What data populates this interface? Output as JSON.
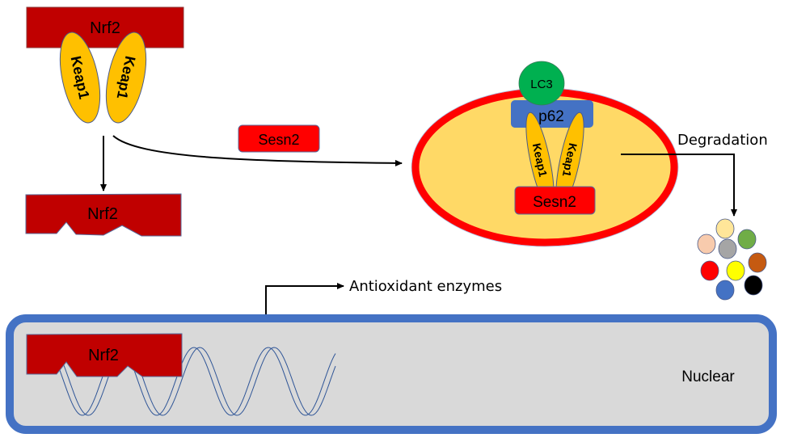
{
  "diagram": {
    "labels": {
      "nrf2_top": "Nrf2",
      "keap1_left": "Keap1",
      "keap1_right": "Keap1",
      "nrf2_degraded": "Nrf2",
      "sesn2_free": "Sesn2",
      "lc3": "LC3",
      "p62": "p62",
      "keap1_auto_left": "Keap1",
      "keap1_auto_right": "Keap1",
      "sesn2_bound": "Sesn2",
      "degradation": "Degradation",
      "antioxidant": "Antioxidant enzymes",
      "nrf2_nuclear": "Nrf2",
      "nuclear": "Nuclear"
    },
    "colors": {
      "nrf2": "#C00000",
      "keap1": "#FFC000",
      "sesn2": "#FF0000",
      "lc3": "#00B050",
      "p62": "#4472C4",
      "autophagosome_fill": "#FFD966",
      "autophagosome_border": "#FF0000",
      "nucleus_fill": "#D9D9D9",
      "nucleus_border": "#4472C4",
      "dna": "#2F5597"
    },
    "degradation_products": [
      {
        "name": "fragment-beige",
        "color": "#FFE699"
      },
      {
        "name": "fragment-peach",
        "color": "#F8CBAD"
      },
      {
        "name": "fragment-gray",
        "color": "#A5A5A5"
      },
      {
        "name": "fragment-green",
        "color": "#70AD47"
      },
      {
        "name": "fragment-red",
        "color": "#FF0000"
      },
      {
        "name": "fragment-yellow",
        "color": "#FFFF00"
      },
      {
        "name": "fragment-brown",
        "color": "#C55A11"
      },
      {
        "name": "fragment-blue",
        "color": "#4472C4"
      },
      {
        "name": "fragment-black",
        "color": "#000000"
      }
    ]
  }
}
